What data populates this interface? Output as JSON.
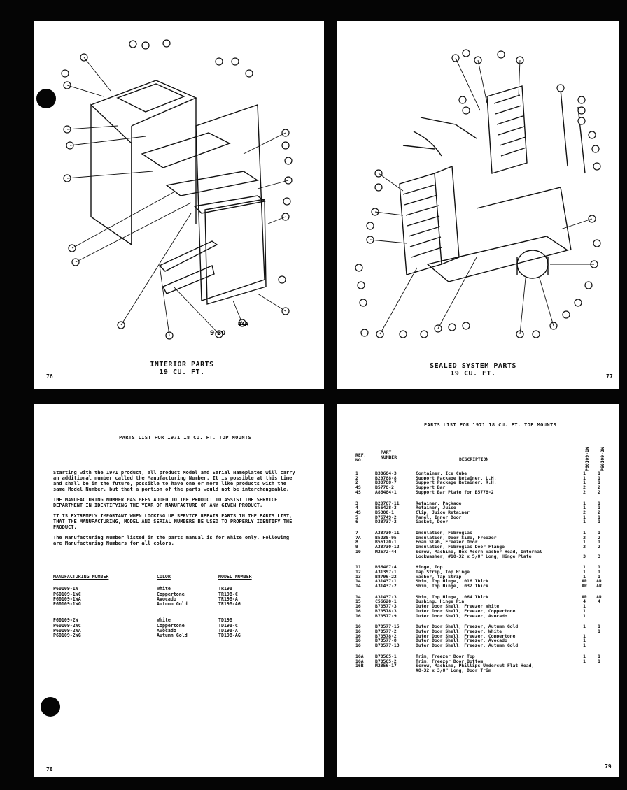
{
  "top_left": {
    "title": "INTERIOR PARTS",
    "subtitle": "19 CU. FT.",
    "page_number": "76",
    "diagram_extra_labels": [
      "9-50",
      "44A"
    ]
  },
  "top_right": {
    "title": "SEALED SYSTEM PARTS",
    "subtitle": "19 CU. FT.",
    "page_number": "77"
  },
  "bottom_left": {
    "title": "PARTS LIST FOR 1971 18 CU. FT. TOP MOUNTS",
    "paragraphs": [
      "Starting with the 1971 product, all product Model and Serial Nameplates will carry an additional number called the Manufacturing Number. It is possible at this time and shall be in the future, possible to have one or more like products with the same Model Number, but that a portion of the parts would not be interchangeable.",
      "THE MANUFACTURING NUMBER HAS BEEN ADDED TO THE PRODUCT TO ASSIST THE SERVICE DEPARTMENT IN IDENTIFYING THE YEAR OF MANUFACTURE OF ANY GIVEN PRODUCT.",
      "IT IS EXTREMELY IMPORTANT WHEN LOOKING UP SERVICE REPAIR PARTS IN THE PARTS LIST, THAT THE MANUFACTURING, MODEL AND SERIAL NUMBERS BE USED TO PROPERLY IDENTIFY THE PRODUCT.",
      "The Manufacturing Number listed in the parts manual is for White only. Following are Manufacturing Numbers for all colors."
    ],
    "table_headers": [
      "MANUFACTURING NUMBER",
      "COLOR",
      "MODEL NUMBER"
    ],
    "group1": [
      [
        "P60109-1W",
        "White",
        "TR19B"
      ],
      [
        "P60109-1WC",
        "Coppertone",
        "TR19B-C"
      ],
      [
        "P60109-1WA",
        "Avocado",
        "TR19B-A"
      ],
      [
        "P60109-1WG",
        "Autumn Gold",
        "TR19B-AG"
      ]
    ],
    "group2": [
      [
        "P60109-2W",
        "White",
        "TD19B"
      ],
      [
        "P60109-2WC",
        "Coppertone",
        "TD19B-C"
      ],
      [
        "P60109-2WA",
        "Avocado",
        "TD19B-A"
      ],
      [
        "P60109-2WG",
        "Autumn Gold",
        "TD19B-AG"
      ]
    ],
    "page_number": "78"
  },
  "bottom_right": {
    "title": "PARTS LIST FOR 1971 18 CU. FT. TOP MOUNTS",
    "col_ref": [
      "REF.",
      "NO."
    ],
    "col_part": [
      "PART",
      "NUMBER"
    ],
    "col_desc": "DESCRIPTION",
    "col_q1": "P60109-1W",
    "col_q2": "P60109-2W",
    "groups": [
      [
        [
          "1",
          "B30684-3",
          "Container, Ice Cube",
          "1",
          "1"
        ],
        [
          "2",
          "B29788-8",
          "Support Package Retainer, L.H.",
          "1",
          "1"
        ],
        [
          "2",
          "B30788-7",
          "Support Package Retainer, R.H.",
          "1",
          "1"
        ],
        [
          "4S",
          "B5778-2",
          "Support Bar",
          "2",
          "2"
        ],
        [
          "4S",
          "A86484-1",
          "Support Bar Plate for B5778-2",
          "2",
          "2"
        ]
      ],
      [
        [
          "3",
          "B29767-11",
          "Retainer, Package",
          "1",
          "1"
        ],
        [
          "4",
          "B56428-3",
          "Retainer, Juice",
          "1",
          "1"
        ],
        [
          "4S",
          "B5300-1",
          "Clip, Juice Retainer",
          "2",
          "2"
        ],
        [
          "5",
          "D76749-2",
          "Panel, Inner Door",
          "1",
          "1"
        ],
        [
          "6",
          "D38737-2",
          "Gasket, Door",
          "1",
          "1"
        ]
      ],
      [
        [
          "7",
          "A38730-11",
          "Insulation, Fibreglas",
          "1",
          "1"
        ],
        [
          "7A",
          "B5238-95",
          "Insulation, Door Side, Freezer",
          "2",
          "2"
        ],
        [
          "8",
          "B56120-1",
          "Foam Slab, Freezer Door",
          "1",
          "1"
        ],
        [
          "9",
          "A38730-12",
          "Insulation, Fibreglas Door Flange",
          "2",
          "2"
        ],
        [
          "10",
          "M2672-44",
          "Screw, Machine, Hex Acorn Washer Head, Internal",
          "",
          ""
        ],
        [
          "",
          "",
          "Lockwasher, #10-32 x 5/8\" Long, Hinge Plate",
          "3",
          "3"
        ]
      ],
      [
        [
          "11",
          "B56407-4",
          "Hinge, Top",
          "1",
          "1"
        ],
        [
          "12",
          "A31397-1",
          "Tap Strip, Top Hinge",
          "1",
          "1"
        ],
        [
          "13",
          "B8796-22",
          "Washer, Tap Strip",
          "1",
          "1"
        ],
        [
          "14",
          "A31437-1",
          "Shim, Top Hinge, .016 Thick",
          "AR",
          "AR"
        ],
        [
          "14",
          "A31437-2",
          "Shim, Top Hinge, .032 Thick",
          "AR",
          "AR"
        ]
      ],
      [
        [
          "14",
          "A31437-3",
          "Shim, Top Hinge, .064 Thick",
          "AR",
          "AR"
        ],
        [
          "15",
          "C56620-1",
          "Bushing, Hinge Pin",
          "4",
          "4"
        ],
        [
          "16",
          "B70577-3",
          "Outer Door Shell, Freezer White",
          "1",
          ""
        ],
        [
          "16",
          "B70578-3",
          "Outer Door Shell, Freezer, Coppertone",
          "1",
          ""
        ],
        [
          "16",
          "B70577-9",
          "Outer Door Shell, Freezer, Avocado",
          "1",
          ""
        ]
      ],
      [
        [
          "16",
          "B70577-15",
          "Outer Door Shell, Freezer, Autumn Gold",
          "1",
          "1"
        ],
        [
          "16",
          "B70577-2",
          "Outer Door Shell, Freezer, White",
          "",
          "1"
        ],
        [
          "16",
          "B70578-2",
          "Outer Door Shell, Freezer, Coppertone",
          "1",
          ""
        ],
        [
          "16",
          "B70577-8",
          "Outer Door Shell, Freezer, Avocado",
          "1",
          ""
        ],
        [
          "16",
          "B70577-13",
          "Outer Door Shell, Freezer, Autumn Gold",
          "1",
          ""
        ]
      ],
      [
        [
          "16A",
          "B70565-1",
          "Trim, Freezer Door Top",
          "1",
          "1"
        ],
        [
          "16A",
          "B70565-2",
          "Trim, Freezer Door Bottom",
          "1",
          "1"
        ],
        [
          "16B",
          "M2856-17",
          "Screw, Machine, Phillips Undercut Flat Head,",
          "",
          ""
        ],
        [
          "",
          "",
          "#8-32 x 3/8\" Long, Door Trim",
          "",
          ""
        ]
      ]
    ],
    "page_number": "79"
  },
  "colors": {
    "ink": "#111111",
    "paper": "#ffffff",
    "frame": "#050505"
  }
}
